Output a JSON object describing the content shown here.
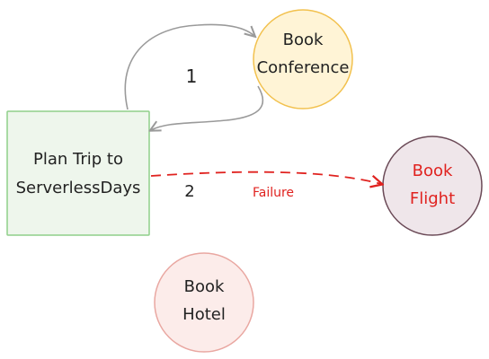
{
  "nodes": {
    "plan": {
      "line1": "Plan Trip to",
      "line2": "ServerlessDays",
      "fill": "#eef6ec",
      "stroke": "#8fcf8a"
    },
    "conference": {
      "line1": "Book",
      "line2": "Conference",
      "fill": "#fff4d6",
      "stroke": "#f2c14e"
    },
    "flight": {
      "line1": "Book",
      "line2": "Flight",
      "fill": "#efe6ea",
      "stroke": "#6b4a57",
      "text_color": "#e0221f"
    },
    "hotel": {
      "line1": "Book",
      "line2": "Hotel",
      "fill": "#fcecea",
      "stroke": "#e9a7a1"
    }
  },
  "edges": {
    "step1": {
      "label": "1",
      "color": "#9a9a9a"
    },
    "step2": {
      "label": "2",
      "failure_label": "Failure",
      "color": "#e0221f"
    }
  }
}
